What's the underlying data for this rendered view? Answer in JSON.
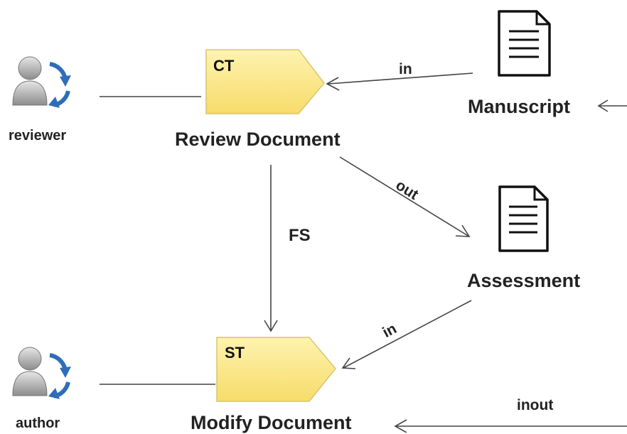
{
  "actors": {
    "reviewer": {
      "label": "reviewer"
    },
    "author": {
      "label": "author"
    }
  },
  "tasks": {
    "review": {
      "tag": "CT",
      "label": "Review Document"
    },
    "modify": {
      "tag": "ST",
      "label": "Modify Document"
    }
  },
  "artifacts": {
    "manuscript": {
      "label": "Manuscript"
    },
    "assessment": {
      "label": "Assessment"
    }
  },
  "edges": {
    "manuscript_in": "in",
    "review_out": "out",
    "assessment_in": "in",
    "dependency": "FS",
    "inout": "inout"
  },
  "colors": {
    "task_fill": "#fde88a",
    "task_stroke": "#d9c570",
    "line": "#444444",
    "actor_arrow": "#2f6db8",
    "actor_gray": "#9a9a9a"
  }
}
